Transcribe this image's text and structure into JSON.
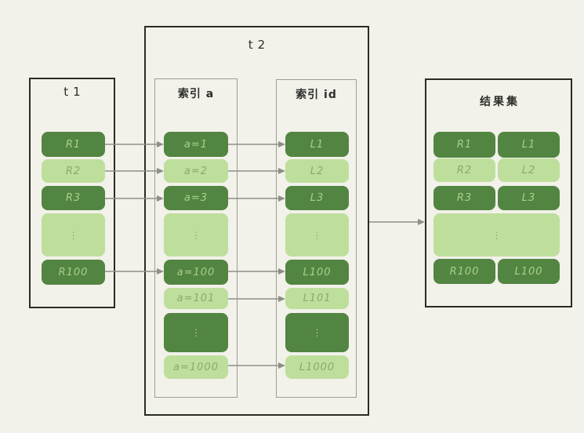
{
  "colors": {
    "background": "#f2f1ea",
    "dark_block": "#538542",
    "light_block": "#bedf9c",
    "text_on_dark": "#a8cf87",
    "text_on_light": "#8aa96e",
    "outer_border": "#2b2b26",
    "inner_border": "#9d9d96",
    "arrow": "#8f8f89",
    "title_text": "#2e2e2c"
  },
  "diagram": {
    "t1": {
      "title": "t1",
      "rows": [
        {
          "label": "R1",
          "tone": "dark"
        },
        {
          "label": "R2",
          "tone": "light"
        },
        {
          "label": "R3",
          "tone": "dark"
        },
        {
          "label": "⋮",
          "tone": "light",
          "ellipsis": true
        },
        {
          "label": "R100",
          "tone": "dark"
        }
      ]
    },
    "t2": {
      "title": "t2"
    },
    "index_a": {
      "title": "索引 a",
      "rows": [
        {
          "label": "a=1",
          "tone": "dark"
        },
        {
          "label": "a=2",
          "tone": "light"
        },
        {
          "label": "a=3",
          "tone": "dark"
        },
        {
          "label": "⋮",
          "tone": "light",
          "ellipsis": true
        },
        {
          "label": "a=100",
          "tone": "dark"
        },
        {
          "label": "a=101",
          "tone": "light"
        },
        {
          "label": "⋮",
          "tone": "dark",
          "ellipsis": true
        },
        {
          "label": "a=1000",
          "tone": "light"
        }
      ]
    },
    "index_id": {
      "title": "索引 id",
      "rows": [
        {
          "label": "L1",
          "tone": "dark"
        },
        {
          "label": "L2",
          "tone": "light"
        },
        {
          "label": "L3",
          "tone": "dark"
        },
        {
          "label": "⋮",
          "tone": "light",
          "ellipsis": true
        },
        {
          "label": "L100",
          "tone": "dark"
        },
        {
          "label": "L101",
          "tone": "light"
        },
        {
          "label": "⋮",
          "tone": "dark",
          "ellipsis": true
        },
        {
          "label": "L1000",
          "tone": "light"
        }
      ]
    },
    "result": {
      "title": "结果集",
      "rows": [
        {
          "left": "R1",
          "right": "L1",
          "tone": "dark"
        },
        {
          "left": "R2",
          "right": "L2",
          "tone": "light"
        },
        {
          "left": "R3",
          "right": "L3",
          "tone": "dark"
        },
        {
          "label": "⋮",
          "tone": "light",
          "ellipsis": true
        },
        {
          "left": "R100",
          "right": "L100",
          "tone": "dark"
        }
      ]
    },
    "arrows": [
      {
        "from": "R1",
        "to": "a=1"
      },
      {
        "from": "R2",
        "to": "a=2"
      },
      {
        "from": "R3",
        "to": "a=3"
      },
      {
        "from": "R100",
        "to": "a=100"
      },
      {
        "from": "a=1",
        "to": "L1"
      },
      {
        "from": "a=2",
        "to": "L2"
      },
      {
        "from": "a=3",
        "to": "L3"
      },
      {
        "from": "a=100",
        "to": "L100"
      },
      {
        "from": "a=101",
        "to": "L101"
      },
      {
        "from": "a=1000",
        "to": "L1000"
      },
      {
        "from": "t2",
        "to": "结果集"
      }
    ]
  }
}
